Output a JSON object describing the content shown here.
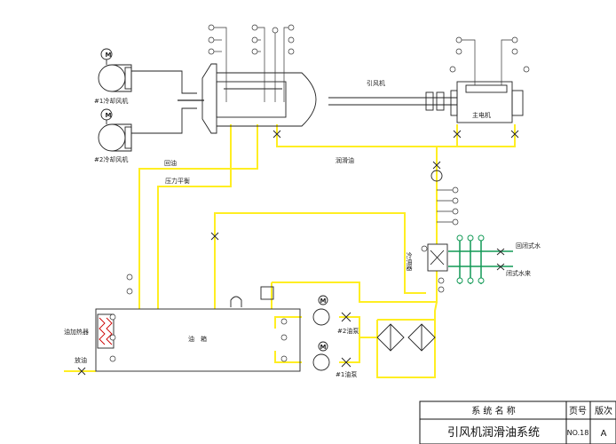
{
  "labels": {
    "fan1": "#1冷却风机",
    "fan2": "#2冷却风机",
    "main_fan": "引风机",
    "main_motor": "主电机",
    "return_oil": "回油",
    "lube_oil": "润滑油",
    "pressure_balance": "压力平衡",
    "cooler": "冷油器",
    "cw_return": "回闭式水",
    "cw_supply": "闭式水来",
    "heater": "油加热器",
    "drain": "放油",
    "tank": "油　箱",
    "pump2": "#2油泵",
    "pump1": "#1油泵",
    "motor_symbol": "M"
  },
  "title_block": {
    "system_name_header": "系 统 名 称",
    "page_header": "页号",
    "version_header": "版次",
    "system_name": "引风机润滑油系统",
    "page_no": "NO.18",
    "version": "A"
  },
  "colors": {
    "oil_line": "#ffee22",
    "water_line": "#119955",
    "equipment": "#222222",
    "instrument": "#333333"
  }
}
